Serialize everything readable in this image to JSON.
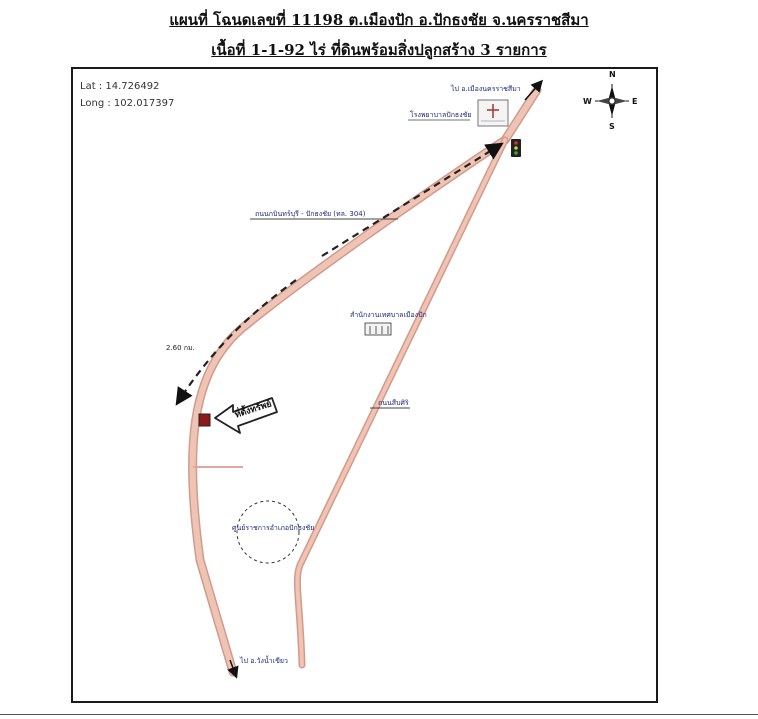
{
  "header": {
    "title_line1": "แผนที่ โฉนดเลขที่ 11198 ต.เมืองปัก อ.ปักธงชัย จ.นครราชสีมา",
    "title_line2": "เนื้อที่ 1-1-92 ไร่ ที่ดินพร้อมสิ่งปลูกสร้าง 3 รายการ"
  },
  "map": {
    "lat": "Lat : 14.726492",
    "long": "Long : 102.017397",
    "compass": {
      "n": "N",
      "s": "S",
      "e": "E",
      "w": "W"
    },
    "labels": {
      "to_korat": "ไป อ.เมืองนครราชสีมา",
      "hospital": "โรงพยาบาลปักธงชัย",
      "road_main": "ถนนกบินทร์บุรี - ปักธงชัย (ทล. 304)",
      "distance": "2.60 กม.",
      "municipality": "สำนักงานเทศบาลเมืองปัก",
      "property": "ที่ตั้งทรัพย์",
      "road_side": "ถนนสืบศิริ",
      "roundabout": "ศูนย์ราชการอำเภอปักธงชัย",
      "to_wangnamkhiao": "ไป อ.วังน้ำเขียว"
    },
    "colors": {
      "road": "#e8b8a8",
      "road_edge": "#d49a88",
      "property_marker": "#8b1a1a",
      "label_text": "#1a2a7a"
    }
  }
}
